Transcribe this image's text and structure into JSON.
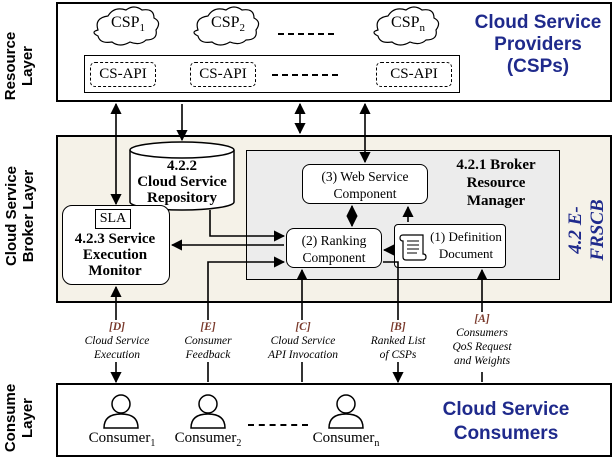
{
  "layers": {
    "resource": "Resource Layer",
    "broker": "Cloud Service Broker Layer",
    "consume": "Consume Layer"
  },
  "resource": {
    "csps": [
      {
        "name": "CSP",
        "sub": "1"
      },
      {
        "name": "CSP",
        "sub": "2"
      },
      {
        "name": "CSP",
        "sub": "n"
      }
    ],
    "apis": [
      "CS-API",
      "CS-API",
      "CS-API"
    ],
    "title_line1": "Cloud Service",
    "title_line2": "Providers",
    "title_line3": "(CSPs)"
  },
  "broker": {
    "frscb_line1": "4.2 E-",
    "frscb_line2": "FRSCB",
    "repository": {
      "num": "4.2.2",
      "line1": "Cloud Service",
      "line2": "Repository"
    },
    "resource_manager": {
      "line1": "4.2.1 Broker",
      "line2": "Resource",
      "line3": "Manager"
    },
    "web_service": {
      "line1": "(3) Web Service",
      "line2": "Component"
    },
    "ranking": {
      "line1": "(2) Ranking",
      "line2": "Component"
    },
    "definition": {
      "line1": "(1) Definition",
      "line2": "Document"
    },
    "monitor": {
      "sla": "SLA",
      "line1": "4.2.3 Service",
      "line2": "Execution",
      "line3": "Monitor"
    }
  },
  "flows": [
    {
      "tag": "[D]",
      "line1": "Cloud Service",
      "line2": "Execution",
      "line3": ""
    },
    {
      "tag": "[E]",
      "line1": "Consumer",
      "line2": "Feedback",
      "line3": ""
    },
    {
      "tag": "[C]",
      "line1": "Cloud Service",
      "line2": "API Invocation",
      "line3": ""
    },
    {
      "tag": "[B]",
      "line1": "Ranked List",
      "line2": "of CSPs",
      "line3": ""
    },
    {
      "tag": "[A]",
      "line1": "Consumers",
      "line2": "QoS Request",
      "line3": "and Weights"
    }
  ],
  "consumers": {
    "items": [
      {
        "name": "Consumer",
        "sub": "1"
      },
      {
        "name": "Consumer",
        "sub": "2"
      },
      {
        "name": "Consumer",
        "sub": "n"
      }
    ],
    "title_line1": "Cloud Service",
    "title_line2": "Consumers"
  },
  "colors": {
    "broker_bg": "#f5f2e8",
    "manager_bg": "#ececec",
    "title_blue": "#1f2a8c",
    "tag_brown": "#7a3a2c"
  }
}
